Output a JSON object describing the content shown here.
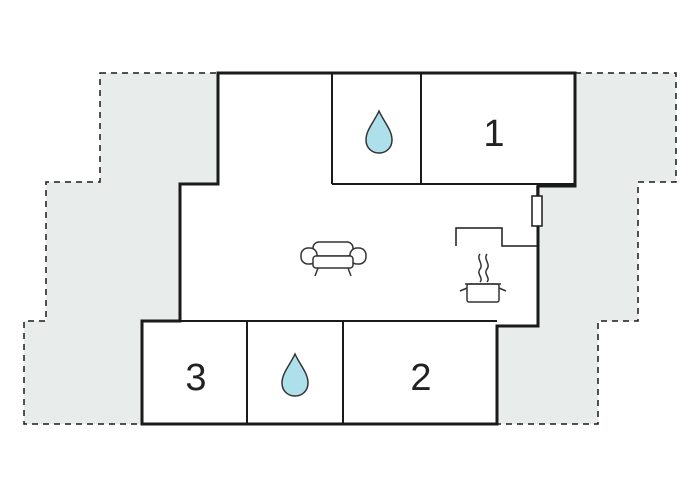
{
  "colors": {
    "background": "#ffffff",
    "terrace_fill": "#e8ecea",
    "wall": "#1a1a1a",
    "water_drop": "#aee0ec",
    "water_drop_stroke": "#333333"
  },
  "rooms": {
    "bedroom_1": {
      "label": "1"
    },
    "bedroom_2": {
      "label": "2"
    },
    "bedroom_3": {
      "label": "3"
    },
    "bathroom_top": {
      "icon": "water-drop-icon"
    },
    "bathroom_bottom": {
      "icon": "water-drop-icon"
    },
    "living_area": {
      "icon": "sofa-icon"
    },
    "kitchen": {
      "icon": "cooking-pot-icon"
    }
  },
  "fixtures": {
    "radiator": {
      "icon": "radiator-icon"
    }
  }
}
